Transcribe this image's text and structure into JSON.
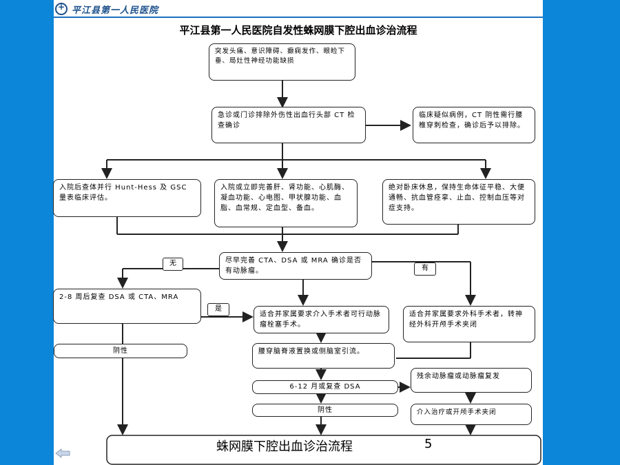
{
  "header": {
    "logo_text": "平江县第一人民医院"
  },
  "title": "平江县第一人民医院自发性蛛网膜下腔出血诊治流程",
  "boxes": {
    "symptoms": "突发头痛、意识障碍、癫痫发作、眼睑下垂、局灶性神经功能缺损",
    "emergency_ct": "急诊或门诊排除外伤性出血行头部 CT 检查确诊",
    "suspected": "临床疑似病例，CT 阴性需行腰椎穿刺检查，确诊后予以排除。",
    "hunt_hess": "入院后查体并行 Hunt-Hess 及 GSC 量表临床评估。",
    "admission_tests": "入院或立即完善肝、肾功能、心肌酶、凝血功能、心电图、甲状腺功能、血脂、血常规、定血型、备血。",
    "bed_rest": "绝对卧床休息，保持生命体征平稳、大便通畅、抗血管痉挛、止血、控制血压等对症支持。",
    "cta_dsa": "尽早完善 CTA、DSA 或 MRA 确诊是否有动脉瘤。",
    "recheck_2_8": "2-8 周后复查 DSA 或 CTA、MRA",
    "interventional": "适合并家属要求介入手术者可行动脉瘤栓塞手术。",
    "surgical": "适合并家属要求外科手术者，转神经外科开颅手术夹闭",
    "negative_1": "阴性",
    "lumbar_drain": "腰穿脑脊液置换或侧脑室引流。",
    "recheck_6_12": "6-12 月或复查 DSA",
    "residual": "残余动脉瘤或动脉瘤复发",
    "negative_2": "阴性",
    "further_treatment": "介入治疗或开颅手术夹闭"
  },
  "tags": {
    "no": "无",
    "yes_has": "有",
    "yes": "是"
  },
  "footer": {
    "text": "蛛网膜下腔出血诊治流程",
    "page": "5"
  },
  "colors": {
    "side_bar": "#0c86d8",
    "header_blue": "#1a4f8a"
  }
}
